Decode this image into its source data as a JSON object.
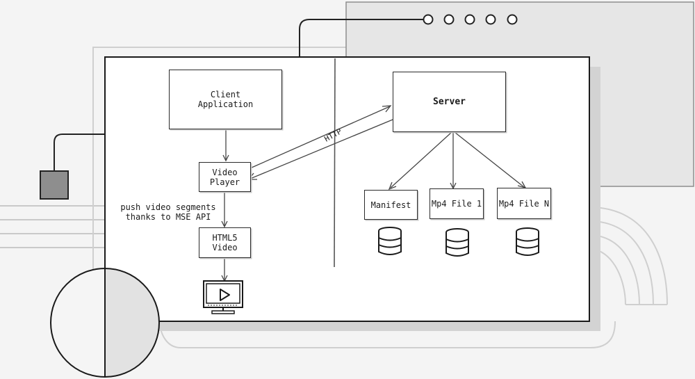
{
  "diagram": {
    "nodes": {
      "client_application": "Client\nApplication",
      "video_player": "Video\nPlayer",
      "html5_video": "HTML5\nVideo",
      "server": "Server",
      "manifest": "Manifest",
      "mp4_file_1": "Mp4 File 1",
      "mp4_file_n": "Mp4 File N"
    },
    "edges": {
      "http_label": "HTTP",
      "mse_note": "push video segments\nthanks to MSE API"
    },
    "icons": [
      "database-icon",
      "video-monitor-icon"
    ]
  }
}
